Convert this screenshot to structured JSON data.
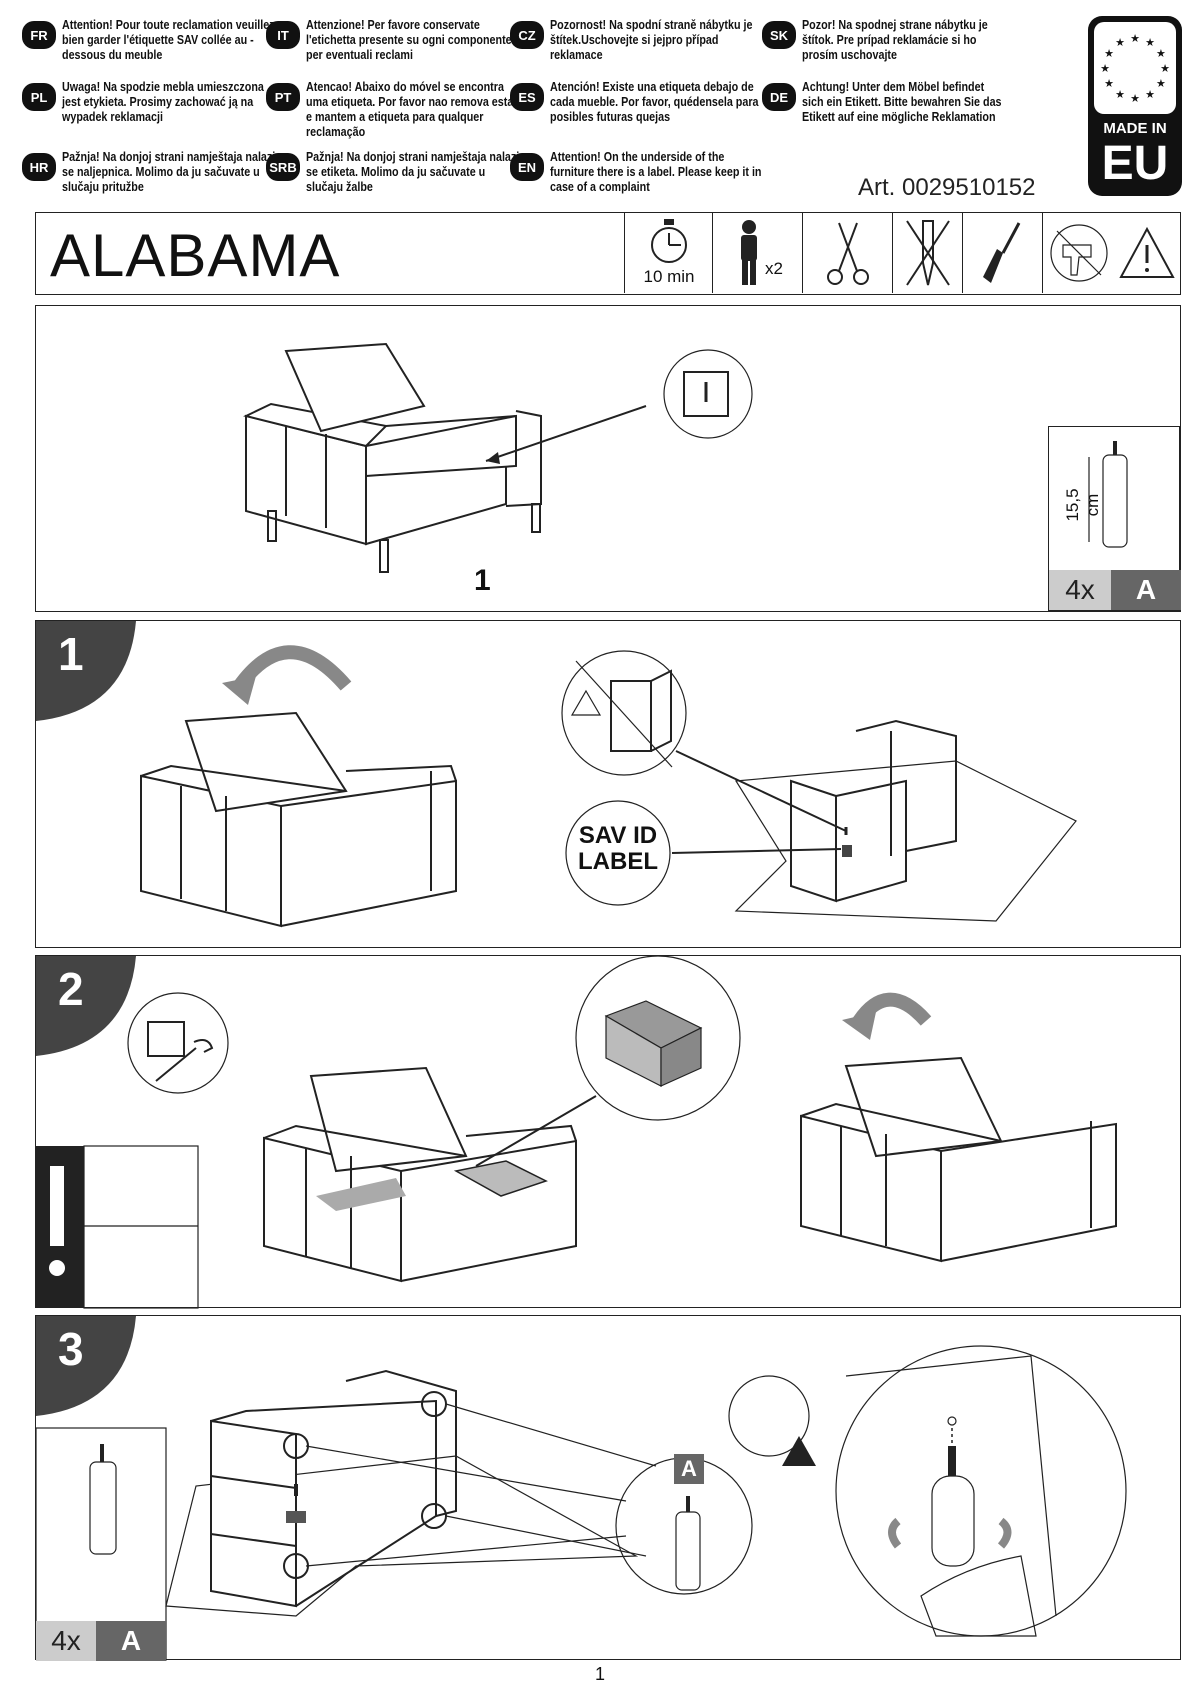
{
  "notices": [
    {
      "code": "FR",
      "text": "Attention! Pour toute reclamation veuillez bien garder l'étiquette SAV collée au - dessous du meuble"
    },
    {
      "code": "IT",
      "text": "Attenzione! Per favore conservate l'etichetta presente su ogni componente per eventuali reclami"
    },
    {
      "code": "CZ",
      "text": "Pozornost! Na spodní straně nábytku je štítek.Uschovejte si jejpro případ reklamace"
    },
    {
      "code": "SK",
      "text": "Pozor! Na spodnej strane nábytku je štítok. Pre prípad reklamácie si ho prosím uschovajte"
    },
    {
      "code": "PL",
      "text": "Uwaga! Na spodzie mebla umieszczona jest etykieta. Prosimy zachować ją na wypadek reklamacji"
    },
    {
      "code": "PT",
      "text": "Atencao! Abaixo do móvel se encontra uma etiqueta. Por favor nao remova esta e mantem a etiqueta para qualquer reclamação"
    },
    {
      "code": "ES",
      "text": "Atención! Existe una etiqueta debajo de cada mueble. Por favor, quédensela para posibles futuras quejas"
    },
    {
      "code": "DE",
      "text": "Achtung! Unter dem Möbel befindet sich ein Etikett. Bitte bewahren Sie das Etikett auf eine mögliche Reklamation"
    },
    {
      "code": "HR",
      "text": "Pažnja! Na donjoj strani namještaja nalazi se naljepnica. Molimo da ju sačuvate u slučaju pritužbe"
    },
    {
      "code": "SRB",
      "text": "Pažnja! Na donjoj strani namještaja nalazi se etiketa. Molimo da ju sačuvate u slučaju žalbe"
    },
    {
      "code": "EN",
      "text": "Attention! On the underside of the furniture there is a label. Please keep it in case of a complaint"
    }
  ],
  "article": "Art. 0029510152",
  "made_in_eu": {
    "line1": "MADE IN",
    "line2": "EU"
  },
  "product_name": "ALABAMA",
  "header_icons": {
    "time": "10 min",
    "persons": "x2"
  },
  "icons": [
    "stopwatch-icon",
    "person-icon",
    "scissors-icon",
    "no-knife-icon",
    "screwdriver-icon",
    "no-drill-icon",
    "warning-icon",
    "info-sheet-icon",
    "wrench-icon",
    "cardboard-box-icon"
  ],
  "overview": {
    "item_number": "1",
    "leg_dimension": "15,5 cm",
    "leg_qty": "4x",
    "leg_code": "A"
  },
  "steps": [
    {
      "number": "1",
      "label": "SAV ID LABEL",
      "label_line1": "SAV ID",
      "label_line2": "LABEL"
    },
    {
      "number": "2"
    },
    {
      "number": "3",
      "qty": "4x",
      "code": "A",
      "callout_code": "A"
    }
  ],
  "page_number": "1"
}
